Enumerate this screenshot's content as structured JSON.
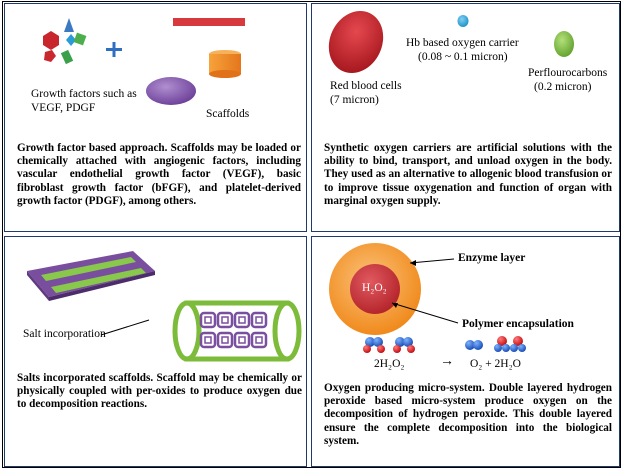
{
  "panels": {
    "growth": {
      "label_factors": "Growth factors such as VEGF, PDGF",
      "label_scaffolds": "Scaffolds",
      "caption": "Growth factor based approach. Scaffolds may be loaded or chemically attached with angiogenic factors, including vascular endothelial growth factor (VEGF), basic fibroblast growth factor (bFGF), and platelet-derived growth factor (PDGF), among others."
    },
    "carriers": {
      "label_rbc": "Red blood cells",
      "label_rbc_size": "(7 micron)",
      "label_hb": "Hb based oxygen  carrier",
      "label_hb_size": "(0.08 ~ 0.1 micron)",
      "label_pfc": "Perflourocarbons",
      "label_pfc_size": "(0.2 micron)",
      "caption": "Synthetic oxygen carriers are artificial solutions with the ability to bind, transport, and unload oxygen in the body. They used as an alternative to allogenic blood transfusion or to improve tissue oxygenation and function of organ with marginal oxygen supply."
    },
    "salt": {
      "label_salt": "Salt incorporation",
      "caption": "Salts incorporated  scaffolds. Scaffold may be chemically or physically coupled with per-oxides to produce oxygen due to decomposition reactions."
    },
    "system": {
      "label_enzyme": "Enzyme layer",
      "label_polymer": "Polymer encapsulation",
      "label_h2o2": "H₂O₂",
      "eq_left": "2H₂O₂",
      "eq_arrow": "→",
      "eq_right": "O₂ + 2H₂O",
      "caption": "Oxygen producing micro-system. Double layered hydrogen peroxide based micro-system produce oxygen on the decomposition of hydrogen peroxide. This double layered ensure the complete decomposition into the biological system."
    }
  },
  "colors": {
    "border": "#1f3a6d",
    "rbc": "#c0272d",
    "hb": "#2aa7d8",
    "pfc": "#7dbb3a",
    "scaffold_green": "#7cc043",
    "scaffold_purple": "#7b4fa0",
    "enzyme_orange": "#f39a2b",
    "core_red": "#c8373e"
  }
}
